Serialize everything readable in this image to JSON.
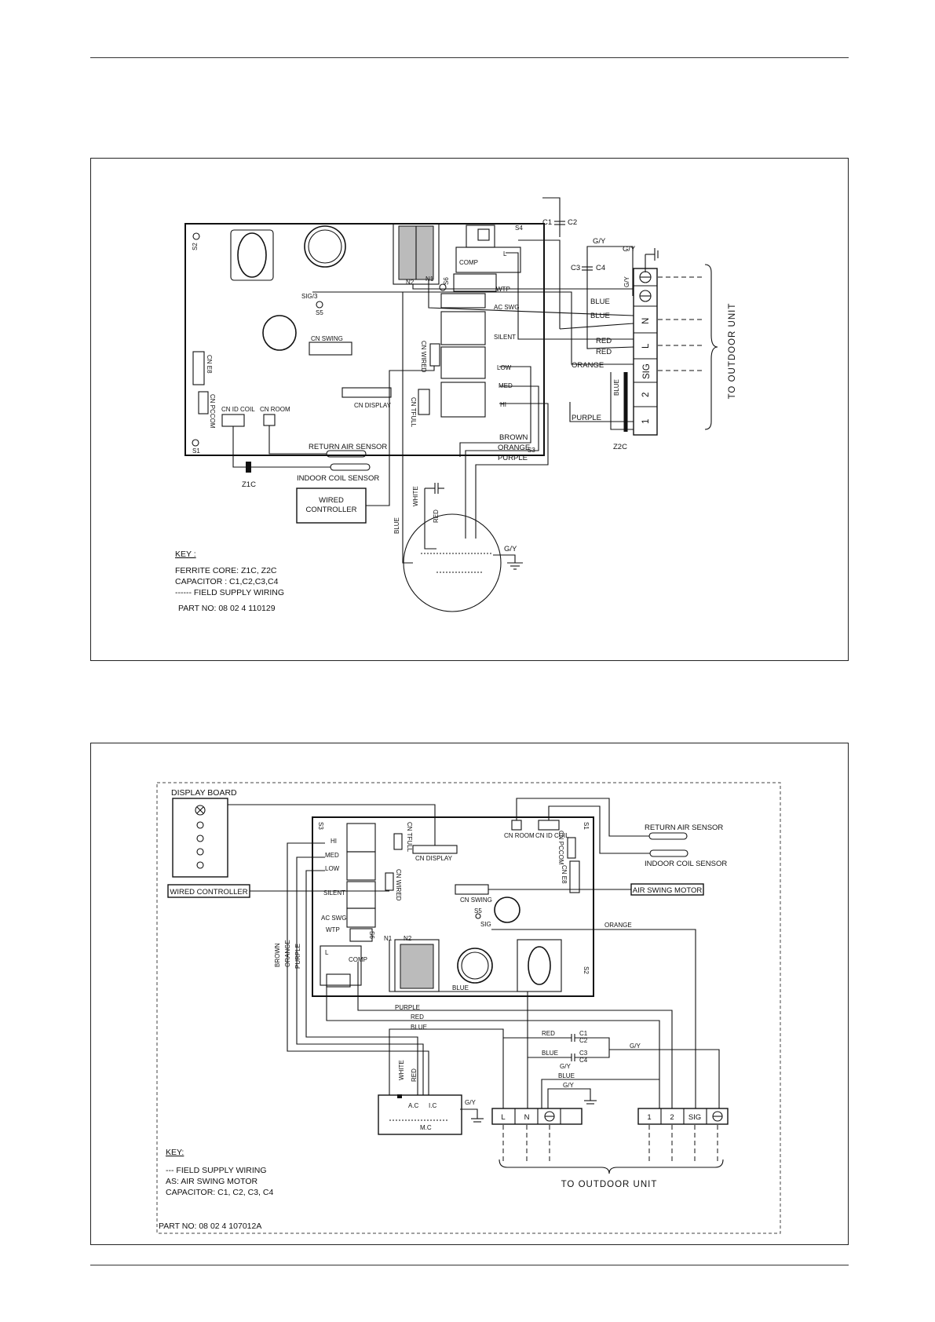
{
  "diagram1": {
    "board_labels": {
      "s2": "S2",
      "s1": "S1",
      "s3": "S3",
      "s4": "S4",
      "s5": "S5",
      "s6": "S6",
      "sig3": "SIG/3",
      "n2": "N2",
      "n1": "N1",
      "comp": "COMP",
      "l": "L",
      "wtp": "WTP",
      "ac_swg": "AC SWG",
      "silent": "SILENT",
      "low": "LOW",
      "med": "MED",
      "hi": "HI",
      "cn_swing": "CN SWING",
      "cn_wired": "CN WIRED",
      "cn_display": "CN DISPLAY",
      "cn_tfull": "CN TFULL",
      "cn_e8": "CN E8",
      "cn_pccom": "CN PCCOM",
      "cn_id_coil": "CN ID COIL",
      "cn_room": "CN ROOM"
    },
    "capacitors": {
      "c1": "C1",
      "c2": "C2",
      "c3": "C3",
      "c4": "C4"
    },
    "wires": {
      "gy": "G/Y",
      "blue": "BLUE",
      "red": "RED",
      "orange": "ORANGE",
      "purple": "PURPLE",
      "brown": "BROWN",
      "white": "WHITE"
    },
    "terminals": [
      "N",
      "L",
      "SIG",
      "2",
      "1"
    ],
    "z2c": "Z2C",
    "z1c": "Z1C",
    "return_air_sensor": "RETURN AIR SENSOR",
    "indoor_coil_sensor": "INDOOR COIL SENSOR",
    "wired_controller_line1": "WIRED",
    "wired_controller_line2": "CONTROLLER",
    "to_outdoor_unit": "TO OUTDOOR UNIT",
    "key": {
      "title": "KEY :",
      "line1": "FERRITE CORE: Z1C, Z2C",
      "line2": "CAPACITOR : C1,C2,C3,C4",
      "line3": "------ FIELD SUPPLY WIRING",
      "part_no": "PART NO:  08 02 4 110129"
    }
  },
  "diagram2": {
    "display_board": "DISPLAY BOARD",
    "wired_controller": "WIRED CONTROLLER",
    "board_labels": {
      "s3": "S3",
      "s1": "S1",
      "s2": "S2",
      "s5": "S5",
      "s6": "S6",
      "hi": "HI",
      "med": "MED",
      "low": "LOW",
      "silent": "SILENT",
      "ac_swg": "AC SWG",
      "wtp": "WTP",
      "cn_tfull": "CN TFULL",
      "cn_display": "CN DISPLAY",
      "cn_wired": "CN WIRED",
      "cn_room": "CN ROOM",
      "cn_id_coil": "CN ID COIL",
      "cn_pccom": "CN PCCOM",
      "cn_e8": "CN E8",
      "cn_swing": "CN SWING",
      "sig": "SIG",
      "n1": "N1",
      "n2": "N2",
      "l": "L",
      "comp": "COMP"
    },
    "return_air_sensor": "RETURN AIR SENSOR",
    "indoor_coil_sensor": "INDOOR COIL SENSOR",
    "air_swing_motor": "AIR SWING MOTOR",
    "wires": {
      "orange": "ORANGE",
      "blue": "BLUE",
      "purple": "PURPLE",
      "red": "RED",
      "brown": "BROWN",
      "white": "WHITE",
      "gy": "G/Y"
    },
    "motor": {
      "ac": "A.C",
      "ic": "I.C",
      "mc": "M.C"
    },
    "capacitors": {
      "c1": "C1",
      "c2": "C2",
      "c3": "C3",
      "c4": "C4"
    },
    "terminals_left": [
      "L",
      "N"
    ],
    "terminals_right": [
      "1",
      "2",
      "SIG"
    ],
    "to_outdoor_unit": "TO OUTDOOR UNIT",
    "key": {
      "title": "KEY:",
      "line1": "--- FIELD SUPPLY WIRING",
      "line2": "AS: AIR SWING MOTOR",
      "line3": "CAPACITOR: C1, C2, C3, C4",
      "part_no": "PART NO: 08 02 4 107012A"
    }
  }
}
